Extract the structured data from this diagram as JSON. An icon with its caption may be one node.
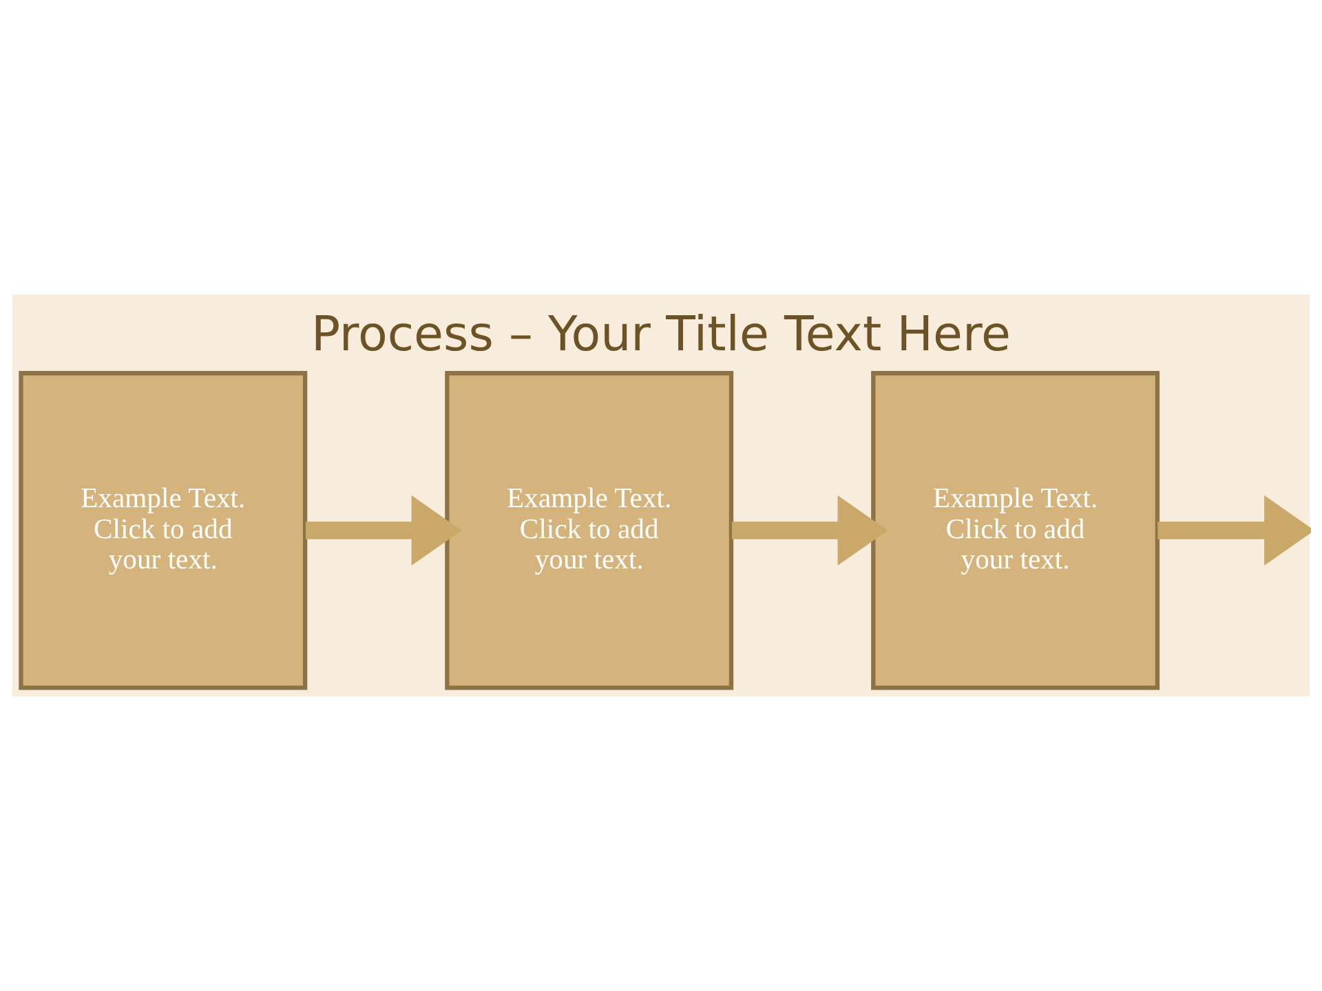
{
  "diagram": {
    "title": "Process – Your Title Text Here",
    "nodes": [
      {
        "text": [
          "Example Text. Click to add your text."
        ]
      },
      {
        "text": [
          "Example Text. Click to add your text."
        ]
      },
      {
        "text": [
          "Example Text. Click to add your text."
        ]
      }
    ],
    "edges": [
      {
        "from": 0,
        "to": 1,
        "arrow": "to"
      },
      {
        "from": 1,
        "to": 2,
        "arrow": "to"
      },
      {
        "from": 2,
        "to": null,
        "arrow": "to"
      }
    ]
  }
}
